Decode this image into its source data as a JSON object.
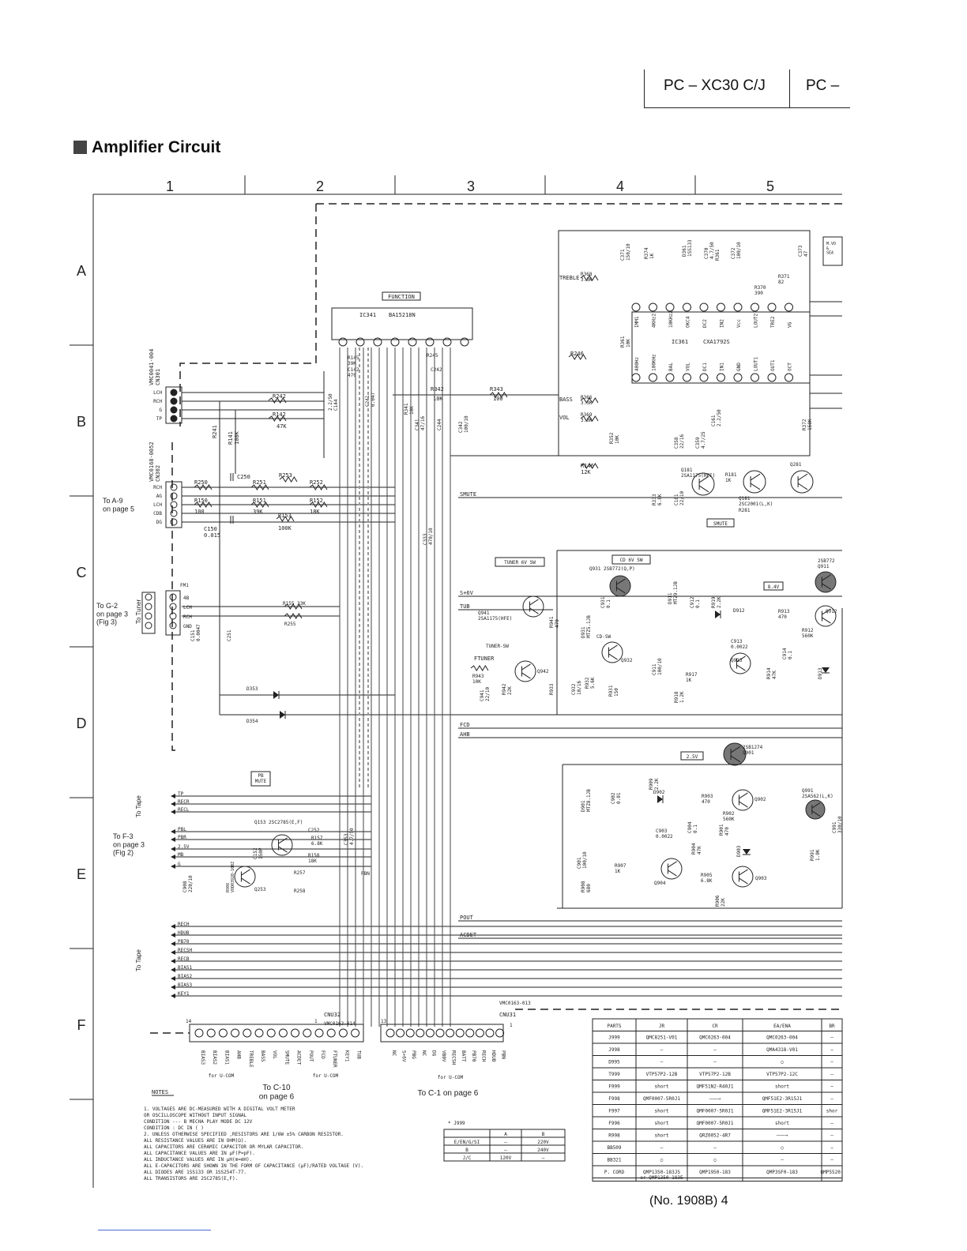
{
  "header": {
    "model_primary": "PC – XC30 C/J",
    "model_secondary": "PC –"
  },
  "title": "Amplifier Circuit",
  "grid": {
    "columns": [
      "1",
      "2",
      "3",
      "4",
      "5"
    ],
    "rows": [
      "A",
      "B",
      "C",
      "D",
      "E",
      "F"
    ]
  },
  "ic": {
    "ic341_name": "IC341",
    "ic341_part": "BA15218N",
    "function": "FUNCTION",
    "ic361_name": "IC361",
    "ic361_part": "CXA1792S",
    "ic361_top_pins": [
      "IMM1",
      "4KHz2",
      "10KHz2",
      "OKC4",
      "DC2",
      "IN2",
      "Vcc",
      "LOUT2",
      "TRE2",
      "VG"
    ],
    "ic361_bottom_pins": [
      "400Hz",
      "100KHz",
      "BAL",
      "VOL",
      "DC1",
      "IN1",
      "GND",
      "LOUT1",
      "OUT1",
      "OCT"
    ]
  },
  "connectors": {
    "cn301": "VMC0041-004\nCN301",
    "cn301_pins": [
      "LCH",
      "RCH",
      "G",
      "TP"
    ],
    "cn302": "VMC0168-0052\nCN302",
    "cn302_pins": [
      "RCH",
      "AG",
      "LCH",
      "CDB",
      "DG"
    ],
    "fm1": "FM1",
    "fm1_pins": [
      "4B",
      "LCH",
      "RCH",
      "GND"
    ]
  },
  "refs": {
    "to_a9": "To A-9\non page 5",
    "to_g2": "To G-2\non page 3\n(Fig 3)",
    "to_tuner": "To Tuner",
    "to_tape1": "To Tape",
    "to_f3": "To F-3\non page 3\n(Fig 2)",
    "to_tape2": "To Tape",
    "to_c10": "To C-10\non page 6",
    "to_c1": "To C-1 on page 6",
    "for_ucom1": "for U-COM",
    "for_ucom2": "for U-COM",
    "for_ucom3": "for U-COM"
  },
  "labels": {
    "treble": "TREBLE",
    "bass": "BASS",
    "vol": "VOL",
    "smute": "SMUTE",
    "smute_box": "SMUTE",
    "tuner6v": "TUNER 6V SW",
    "cd6v": "CD 6V SW",
    "tub": "TUB",
    "s6v": "S+6V",
    "ftuner": "FTUNER",
    "fcd": "FCD",
    "ahb": "AHB",
    "pbmute": "PB\nMUTE",
    "pbn": "PBN",
    "pout": "POUT",
    "acdet": "ACDET",
    "tunersw": "TUNER-SW",
    "cdsw": "CD-SW",
    "v84": "8.4V",
    "v25": "2.5V",
    "mvol": "M.VO\n&\nSEA"
  },
  "components": {
    "r242": "R242",
    "r142": "R142",
    "r142v": "47K",
    "r241": "R241",
    "r141": "R141\n100K",
    "r250": "R250",
    "c250": "C250",
    "r251": "R251",
    "r253": "R253",
    "r252": "R252",
    "r150": "R150",
    "r151": "R151",
    "r151v": "39K",
    "r152": "R152",
    "r152v": "18K",
    "r150v": "100",
    "r153": "R153",
    "r153v": "100K",
    "c150": "C150\n0.015",
    "r155": "R155 33K",
    "r255": "R255",
    "d353": "D353",
    "d354": "D354",
    "r341": "R341\n10K",
    "r342": "R342",
    "r342v": "10K",
    "r343": "R343",
    "r343v": "100",
    "c341": "C341\n47/16",
    "c244": "C244",
    "c342": "C342\n100/10",
    "c142": "C142\n470",
    "c144": "2.2/50\nC144",
    "c241": "C241\n0.047",
    "r145": "R145\n39K",
    "r245": "R245",
    "c242": "C242",
    "r246": "R246",
    "r366": "R366\n3.3K",
    "r369": "R369\n3.3K",
    "r368": "R368\n3.3K",
    "r146": "R146\n12K",
    "r352": "R352\n10K",
    "r361": "R361\n10K",
    "c371": "C371\n150/10",
    "r374": "R374\n1K",
    "d361": "D361\n1SS133",
    "r351": "R351",
    "c370": "C370\n4.7/50",
    "r361b": "R361",
    "c372": "C372\n100/10",
    "c373": "C373\n47",
    "r370": "R370\n390",
    "r371": "R371\n82",
    "r372": "R372\n150K",
    "c358": "C358\n22/16",
    "c359": "C359\n4.7/25",
    "c161": "C161\n2.2/50",
    "q181": "Q181\n2SA1175(HFE)",
    "q181b": "Q181\n2SC2001(L,K)",
    "q281": "Q281",
    "r181": "R181\n1K",
    "r281": "R281",
    "r333": "R333\n6.8K",
    "c181": "C181\n22/10",
    "c333": "C333\n470/10",
    "q941": "Q941\n2SA1175(HFE)",
    "q931": "Q931 2SB772(Q,P)",
    "r941": "R941\n470",
    "r943": "R943\n10K",
    "q942": "Q942",
    "c941": "C941\n22/10",
    "r942": "R942\n22K",
    "r933": "R933",
    "c932": "C932\n10/16",
    "r932": "R932\n5.6K",
    "r931": "R931\n150",
    "q932": "Q932",
    "d931": "D931\nMTZ5.1JB",
    "c931": "C931\n0.1",
    "d911": "D911\nMTZ9.1JB",
    "c912": "C912\n0.1",
    "r919": "R919\n2.2K",
    "d912": "D912",
    "r913": "R913\n470",
    "q912": "Q912",
    "r912": "R912\n560K",
    "c913": "C913\n0.0022",
    "q913": "Q913",
    "r914": "R914\n47K",
    "c914": "C914\n0.1",
    "r917": "R917\n1K",
    "r918": "R918\n1.2K",
    "c911": "C911\n100/10",
    "d913": "D913",
    "q911": "2SB772\nQ911",
    "q901": "2SB1274\nQ901",
    "d901": "D901\nMTZ8.1JB",
    "c902": "C902\n0.01",
    "r909": "R909\n2.2K",
    "d902": "D902",
    "r903": "R903\n470",
    "q902": "Q902",
    "r902": "R902\n560K",
    "c903": "C903\n0.0022",
    "c904": "C904\n0.1",
    "r904": "R904\n47K",
    "r901": "R901\n470",
    "d903": "D903",
    "c901": "C901\n100/10",
    "r907": "R907\n1K",
    "q904": "Q904",
    "r905": "R905\n6.8K",
    "q903": "Q903",
    "r906": "R906\n22K",
    "r908": "R908\n680",
    "q991": "Q991\n2SA562(L,K)",
    "r991": "R991\n1.0K",
    "c991": "C991\n330/10",
    "q153": "Q153 2SC2785(E,F)",
    "c252": "C252",
    "c152": "C152\n150P",
    "r157": "R157\n6.8K",
    "r158": "R158\n18K",
    "c353": "C353\n4.7/50",
    "r257": "R257",
    "r258": "R258",
    "q253": "Q253",
    "c908": "C908\n220/10",
    "r908b": "R908\nVOD03920-100Z",
    "c151": "C151\n0.0047",
    "c251": "C251"
  },
  "nets_left_tape1": [
    "TP",
    "RECR",
    "RECL",
    "PBL",
    "PBR",
    "2.5V",
    "MB",
    "G"
  ],
  "nets_left_tape2": [
    "RECH",
    "HDUB",
    "PB70",
    "RECSH",
    "RECB",
    "BIAS1",
    "BIAS2",
    "BIAS3",
    "KEY1"
  ],
  "cnu32": {
    "label": "CNU32",
    "part": "VMC0163-014",
    "pin_start": "14",
    "pin_end": "1",
    "signals": [
      "BIAS3",
      "BIAS2",
      "BIAS1",
      "AHB",
      "TREBLE",
      "BASS",
      "VOL",
      "SMUTE",
      "ACDET",
      "POUT",
      "FCD",
      "FTUNER",
      "KEY1",
      "TUB"
    ]
  },
  "cnu31": {
    "label": "CNU31",
    "part": "VMC0163-013",
    "pin_start": "13",
    "pin_end": "1",
    "signals": [
      "NC",
      "S+6V",
      "PBG",
      "NC",
      "DG",
      "VB0V",
      "RECSH",
      "BATT",
      "PB70",
      "RECH",
      "HDUB",
      "PBN"
    ]
  },
  "notes": {
    "title": "NOTES",
    "lines": [
      "1. VOLTAGES ARE DC-MEASURED WITH A DIGITAL VOLT METER",
      "   OR OSCILLOSCOPE WITHOUT INPUT SIGNAL",
      "   CONDITION --- B MECHA PLAY MODE DC 12V",
      "   CONDITION : DC IN ( )",
      "2. UNLESS OTHERWISE SPECIFIED ,RESISTORS ARE 1/6W ±5% CARBON RESISTOR.",
      "   ALL RESISTANCE VALUES ARE IN OHM(Ω).",
      "   ALL CAPACITORS ARE CERAMIC CAPACITOR OR MYLAR CAPACITOR.",
      "   ALL CAPACITANCE VALUES ARE IN μF(P=pF).",
      "   ALL INDUCTANCE VALUES ARE IN μH(m=mH).",
      "   ALL E-CAPACITORS ARE SHOWN IN THE FORM OF CAPACITANCE (μF)/RATED VOLTAGE (V).",
      "   ALL DIODES ARE  1SS133  OR  1SS254T-77.",
      "   ALL TRANSISTORS ARE 2SC2785(E,F)."
    ]
  },
  "j999_table": {
    "title": "* J999",
    "headers": [
      "",
      "A",
      "B"
    ],
    "rows": [
      [
        "E/EN/G/SI",
        "—",
        "220V"
      ],
      [
        "B",
        "—",
        "240V"
      ],
      [
        "J/C",
        "120V",
        "—"
      ]
    ]
  },
  "parts_table": {
    "headers": [
      "PARTS",
      "JR",
      "CR",
      "EA/ENA",
      "BR"
    ],
    "rows": [
      [
        "J999",
        "QMC8251-V01",
        "QMC0263-004",
        "QMC0263-004",
        "—"
      ],
      [
        "J998",
        "—",
        "—",
        "QMA4318-V01",
        "—"
      ],
      [
        "D995",
        "—",
        "—",
        "○",
        "—"
      ],
      [
        "T999",
        "VTP57P2-12B",
        "VTP57P2-12B",
        "VTP57P2-12C",
        "—"
      ],
      [
        "F999",
        "short",
        "QMF51N2-R40J1",
        "short",
        "—"
      ],
      [
        "F998",
        "QMF0007-5R0J1",
        "———→",
        "QMF51E2-3R15J1",
        "—"
      ],
      [
        "F997",
        "short",
        "QMF0007-5R0J1",
        "QMF51E2-3R15J1",
        "shor"
      ],
      [
        "F996",
        "short",
        "QMF0007-5R0J1",
        "short",
        "—"
      ],
      [
        "R998",
        "short",
        "QRZ0052-4R7",
        "———→",
        "—"
      ],
      [
        "BB509",
        "—",
        "—",
        "○",
        "—"
      ],
      [
        "BB321",
        "○",
        "○",
        "—",
        "—"
      ],
      [
        "P. CORD",
        "QMP1350-183JS\nor QMP1350-183E",
        "QMP1950-183",
        "QMP3SF0-183",
        "QMP5520-"
      ]
    ]
  },
  "footer": "(No. 1908B)  4"
}
